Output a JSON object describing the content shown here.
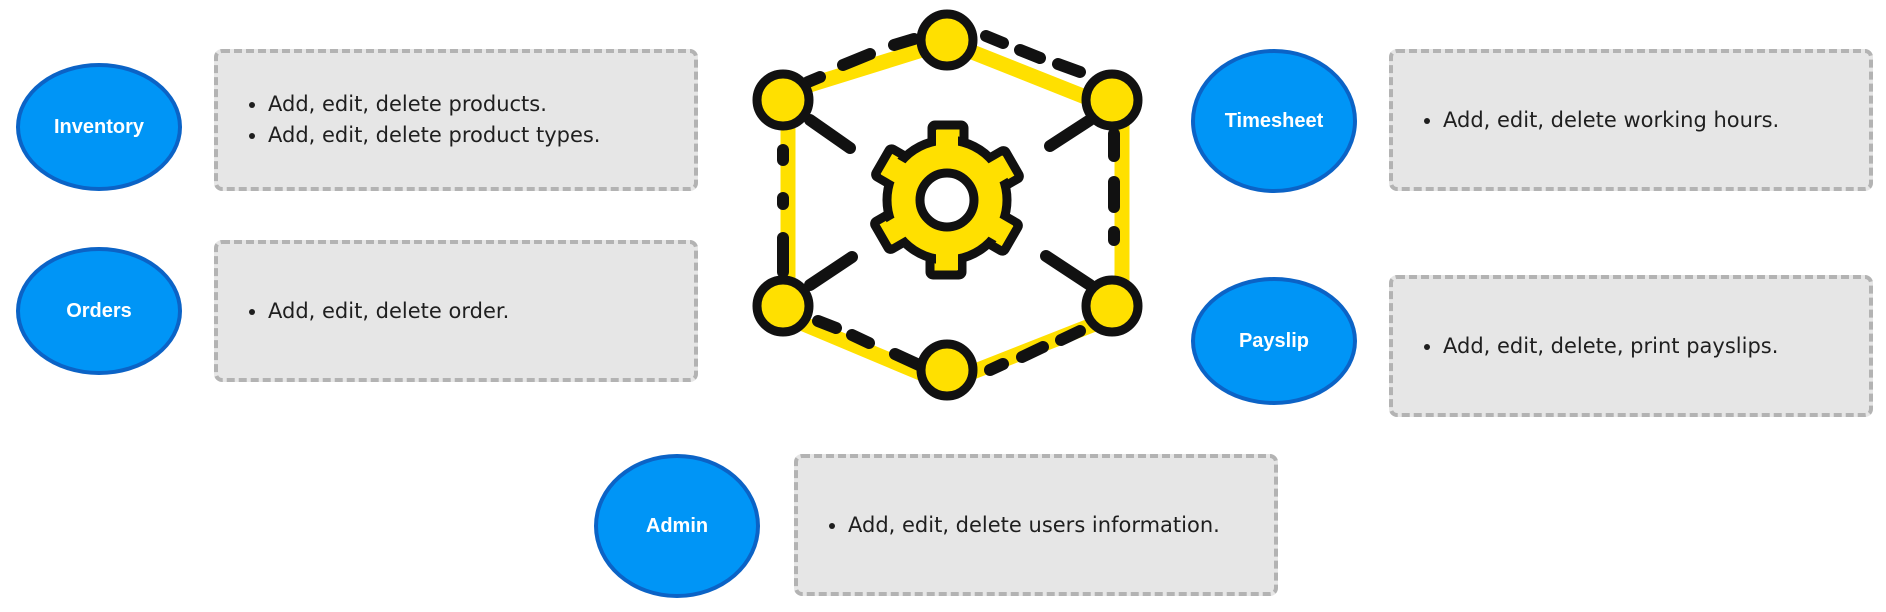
{
  "modules": [
    {
      "id": "inventory",
      "label": "Inventory",
      "items": [
        "Add, edit, delete products.",
        "Add, edit, delete product types."
      ]
    },
    {
      "id": "orders",
      "label": "Orders",
      "items": [
        "Add, edit, delete order."
      ]
    },
    {
      "id": "timesheet",
      "label": "Timesheet",
      "items": [
        "Add, edit, delete working hours."
      ]
    },
    {
      "id": "payslip",
      "label": "Payslip",
      "items": [
        "Add, edit, delete, print payslips."
      ]
    },
    {
      "id": "admin",
      "label": "Admin",
      "items": [
        "Add, edit, delete users information."
      ]
    }
  ],
  "hub_icon": "gear-network-icon",
  "colors": {
    "oval_fill": "#0095f6",
    "oval_border": "#0b63c6",
    "box_fill": "#e6e6e6",
    "box_border": "#b3b3b3",
    "icon_yellow": "#ffe000",
    "icon_outline": "#111111"
  }
}
